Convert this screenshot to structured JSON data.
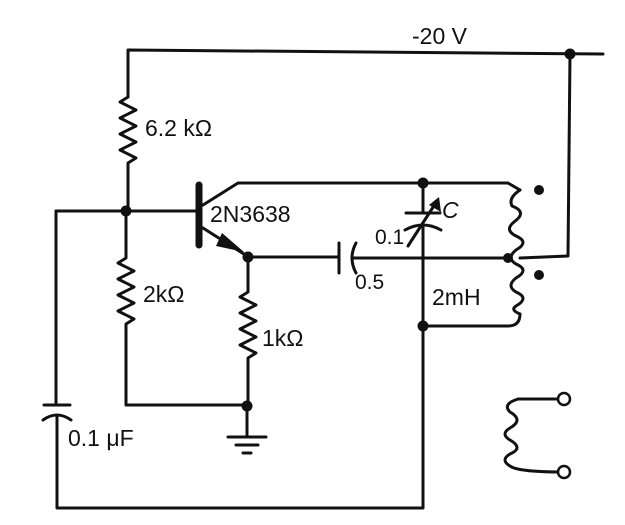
{
  "supply": {
    "label": "-20 V"
  },
  "transistor": {
    "label": "2N3638"
  },
  "resistors": {
    "r_top": "6.2 kΩ",
    "r_bias": "2kΩ",
    "r_emitter": "1kΩ"
  },
  "capacitors": {
    "c_bypass": "0.1 μF",
    "c_coupling": "0.5",
    "c_tuning_value": "0.1",
    "c_tuning_symbol": "C"
  },
  "inductor": {
    "label": "2mH"
  }
}
